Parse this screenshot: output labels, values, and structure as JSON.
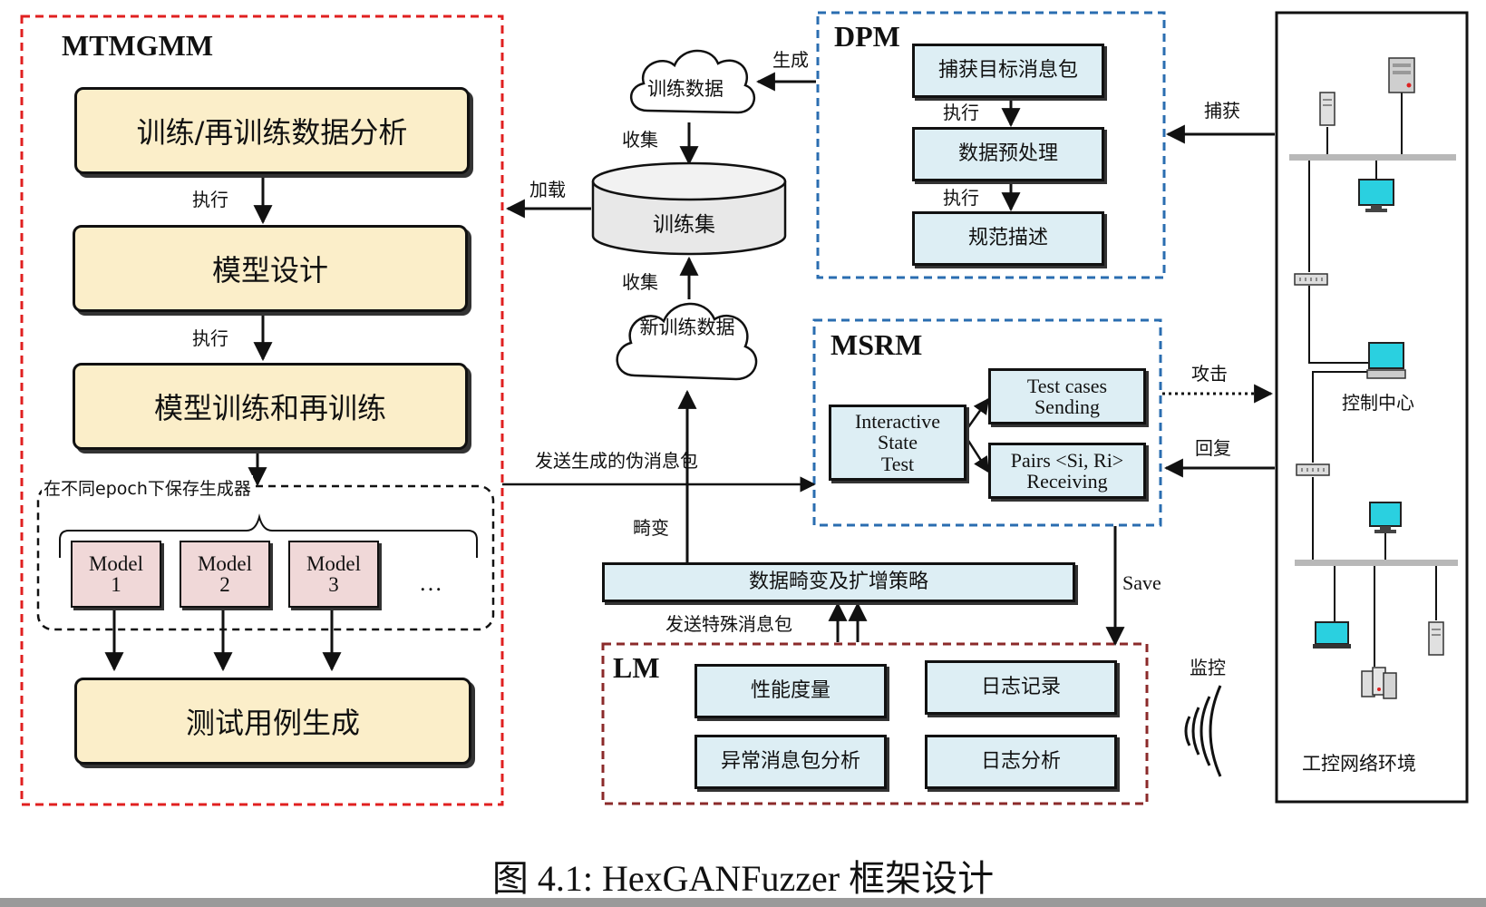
{
  "mtmgmm": {
    "title": "MTMGMM",
    "steps": [
      "训练/再训练数据分析",
      "模型设计",
      "模型训练和再训练",
      "测试用例生成"
    ],
    "exec_label": "执行",
    "save_label": "在不同epoch下保存生成器",
    "models": [
      {
        "name": "Model",
        "num": "1"
      },
      {
        "name": "Model",
        "num": "2"
      },
      {
        "name": "Model",
        "num": "3"
      }
    ],
    "ellipsis": "…"
  },
  "center": {
    "train_data": "训练数据",
    "generate": "生成",
    "collect": "收集",
    "load": "加载",
    "train_set": "训练集",
    "new_data": "新训练数据",
    "distort": "畸变",
    "send_fake": "发送生成的伪消息包",
    "strategy": "数据畸变及扩增策略",
    "send_special": "发送特殊消息包"
  },
  "dpm": {
    "title": "DPM",
    "steps": [
      "捕获目标消息包",
      "数据预处理",
      "规范描述"
    ],
    "exec_label": "执行"
  },
  "msrm": {
    "title": "MSRM",
    "interactive": [
      "Interactive",
      "State",
      "Test"
    ],
    "send": [
      "Test cases",
      "Sending"
    ],
    "recv_line1": "Pairs <Si, Ri>",
    "recv_line2": "Receiving"
  },
  "lm": {
    "title": "LM",
    "items": [
      "性能度量",
      "日志记录",
      "异常消息包分析",
      "日志分析"
    ]
  },
  "right": {
    "capture": "捕获",
    "attack": "攻击",
    "reply": "回复",
    "save": "Save",
    "monitor": "监控",
    "control_center": "控制中心",
    "env": "工控网络环境"
  },
  "caption": "图 4.1: HexGANFuzzer 框架设计",
  "colors": {
    "mtmgmm_border": "#e02020",
    "dpm_border": "#2a6db0",
    "lm_border": "#8b2a2a",
    "yellow_fill": "#fbeec9",
    "blue_fill": "#ddeef4",
    "pink_fill": "#f0d8d8"
  }
}
